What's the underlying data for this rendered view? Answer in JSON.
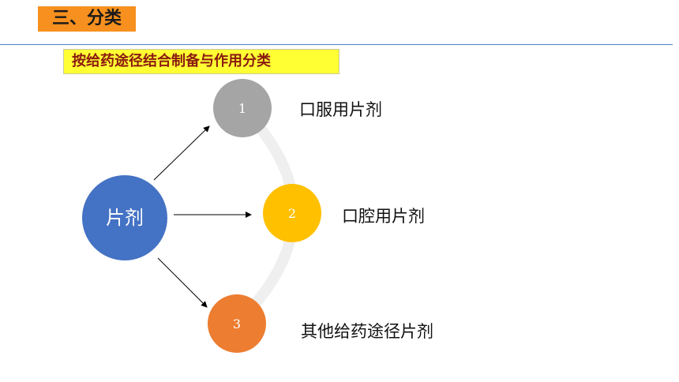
{
  "header": {
    "section_title": "三、分类",
    "subtitle": "按给药途径结合制备与作用分类"
  },
  "diagram": {
    "root": {
      "label": "片剂",
      "color": "#4472c4"
    },
    "items": [
      {
        "number": "1",
        "label": "口服用片剂",
        "color": "#a5a5a5"
      },
      {
        "number": "2",
        "label": "口腔用片剂",
        "color": "#ffc000"
      },
      {
        "number": "3",
        "label": "其他给药途径片剂",
        "color": "#ed7d31"
      }
    ]
  },
  "colors": {
    "accent": "#f7901e",
    "highlight": "#ffff33",
    "divider": "#4f81bd",
    "arc": "#efefef"
  }
}
